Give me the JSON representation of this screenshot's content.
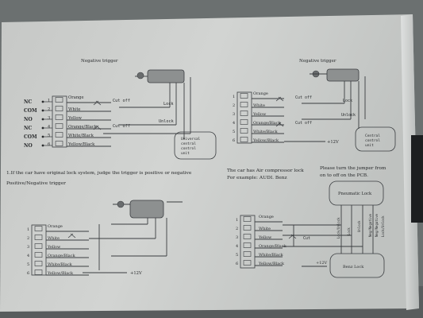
{
  "diagram_tl": {
    "title": "Negative trigger",
    "wires": [
      "Orange",
      "White",
      "Yellow",
      "Orange/Black",
      "White/Black",
      "Yellow/Black"
    ],
    "pins": [
      "1",
      "2",
      "3",
      "4",
      "5",
      "6"
    ],
    "relay_labels": [
      "NC",
      "COM",
      "NO",
      "NC",
      "COM",
      "NO"
    ],
    "cut_off_1": "Cut off",
    "cut_off_2": "Cut off",
    "lock": "Lock",
    "unlock": "Unlock",
    "unit": [
      "Universal",
      "central",
      "control",
      "unit"
    ]
  },
  "diagram_tr": {
    "title": "Negative trigger",
    "wires": [
      "Orange",
      "White",
      "Yellow",
      "Orange/Black",
      "White/Black",
      "Yellow/Black"
    ],
    "pins": [
      "1",
      "2",
      "3",
      "4",
      "5",
      "6"
    ],
    "cut_off_1": "Cut off",
    "cut_off_2": "Cut off",
    "lock": "Lock",
    "unlock": "Unlock",
    "voltage": "+12V",
    "unit": [
      "Central",
      "control",
      "unit"
    ]
  },
  "caption_left": [
    "1.If the car have original lock system, judge the trigger is positive or negative",
    "Positive/Negative  trigger"
  ],
  "caption_mid": [
    "The car has Air compressor lock",
    "For example: AUDI. Benz"
  ],
  "caption_right": [
    "Please turn the jumper from",
    "on to off on the PCB."
  ],
  "diagram_bl": {
    "wires": [
      "Orange",
      "White",
      "Yellow",
      "Orange/Black",
      "White/Black",
      "Yellow/Black"
    ],
    "pins": [
      "1",
      "2",
      "3",
      "4",
      "5",
      "6"
    ],
    "voltage": "+12V"
  },
  "diagram_br": {
    "wires": [
      "Orange",
      "White",
      "Yellow",
      "Orange/Black",
      "White/Black",
      "Yellow/Black"
    ],
    "pins": [
      "1",
      "2",
      "3",
      "4",
      "5",
      "6"
    ],
    "pneumatic": "Pneumatic Lock",
    "benz": "Benz Lock",
    "voltage": "+12V",
    "cut": "Cut",
    "vert_left": [
      "Lock/Unlock",
      "Lock",
      "Unlock"
    ],
    "vert_right": [
      "Neg/Negative",
      "Neg/Negative",
      "Lock/Unlock"
    ]
  }
}
